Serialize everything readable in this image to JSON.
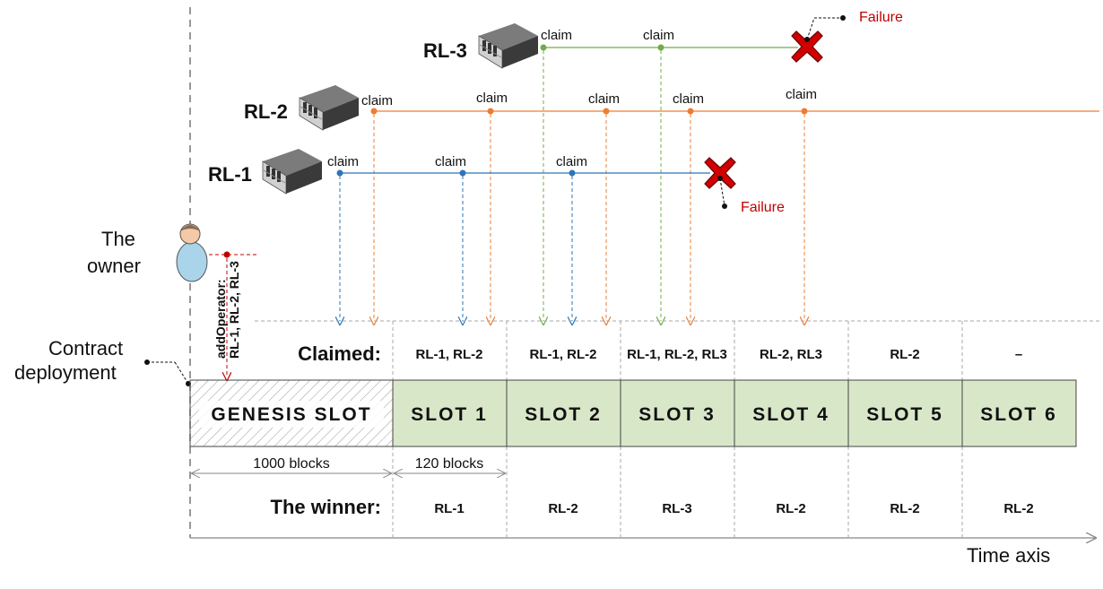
{
  "owner": {
    "label_line1": "The",
    "label_line2": "owner"
  },
  "deployment": {
    "label_line1": "Contract",
    "label_line2": "deployment"
  },
  "add_operator": {
    "line1": "addOperator:",
    "line2": "RL-1, RL-2, RL-3"
  },
  "relayers": [
    {
      "id": "RL-1",
      "color": "#2e75b6"
    },
    {
      "id": "RL-2",
      "color": "#ed7d31"
    },
    {
      "id": "RL-3",
      "color": "#70ad47"
    }
  ],
  "claim_label": "claim",
  "failure_label": "Failure",
  "rows": {
    "claimed": "Claimed:",
    "winner": "The winner:"
  },
  "slots": [
    {
      "name": "GENESIS SLOT",
      "claimed": "",
      "winner": ""
    },
    {
      "name": "SLOT 1",
      "claimed": "RL-1, RL-2",
      "winner": "RL-1"
    },
    {
      "name": "SLOT 2",
      "claimed": "RL-1, RL-2",
      "winner": "RL-2"
    },
    {
      "name": "SLOT 3",
      "claimed": "RL-1, RL-2, RL3",
      "winner": "RL-3"
    },
    {
      "name": "SLOT 4",
      "claimed": "RL-2, RL3",
      "winner": "RL-2"
    },
    {
      "name": "SLOT 5",
      "claimed": "RL-2",
      "winner": "RL-2"
    },
    {
      "name": "SLOT 6",
      "claimed": "–",
      "winner": "RL-2"
    }
  ],
  "measures": {
    "genesis": "1000 blocks",
    "slot": "120 blocks"
  },
  "time_axis": "Time axis",
  "colors": {
    "slot_fill": "#d9e7c9",
    "failure": "#c00000",
    "owner_line": "#c00000"
  }
}
